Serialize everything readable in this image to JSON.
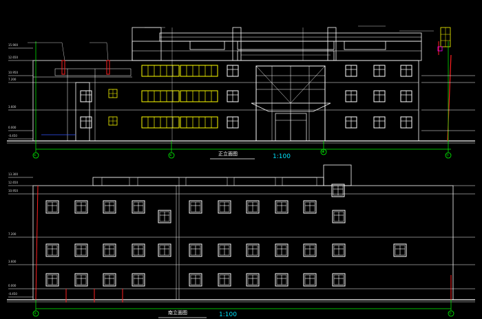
{
  "drawing": {
    "background": "#000000",
    "colors": {
      "line": "#ffffff",
      "window_yellow": "#ffff00",
      "axis_green": "#00ff00",
      "accent_red": "#ff2020",
      "scale_cyan": "#00e5ff",
      "marker_magenta": "#ff00ff"
    }
  },
  "front_elevation": {
    "title": "正立面图",
    "scale": "1:100",
    "axis_left": "①",
    "axis_mid1": "⑥",
    "axis_mid2": "⑧",
    "axis_right": "⑪"
  },
  "south_elevation": {
    "title": "南立面图",
    "scale": "1:100",
    "axis_left": "⑮",
    "axis_right": "⑪"
  },
  "levels_left_top": [
    "15.900",
    "12.650",
    "10.950",
    "7.200",
    "3.600",
    "0.000",
    "-0.450"
  ],
  "levels_left_bottom": [
    "13.300",
    "12.650",
    "10.950",
    "7.200",
    "3.600",
    "0.000",
    "-0.450"
  ]
}
